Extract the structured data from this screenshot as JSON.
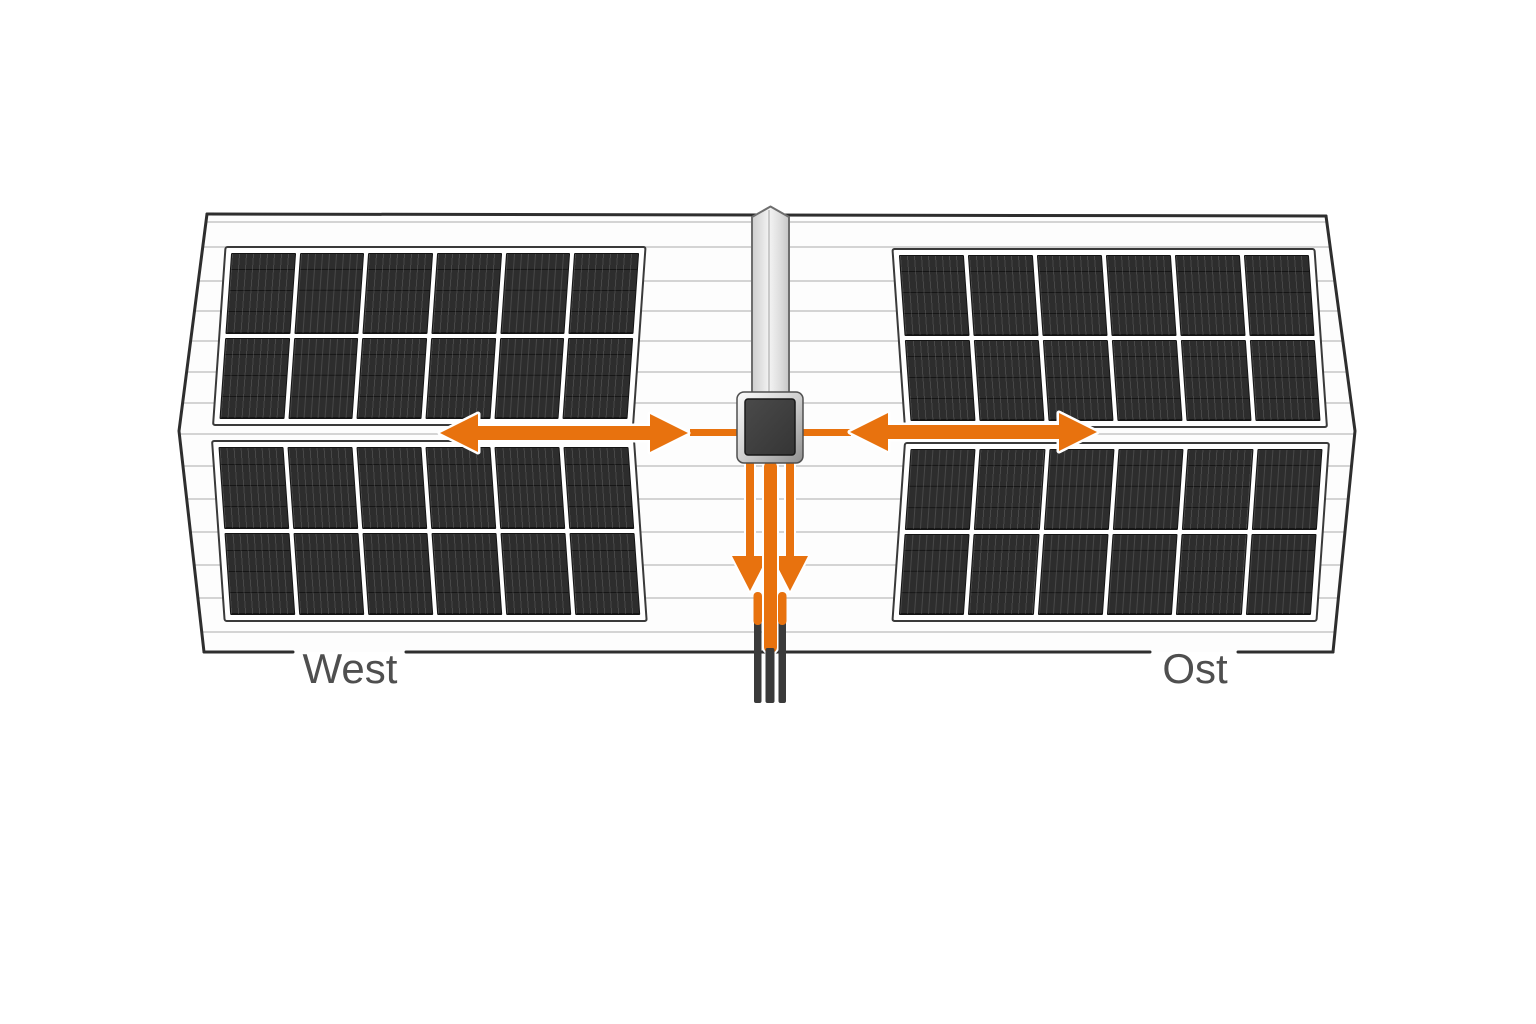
{
  "diagram": {
    "labels": {
      "west": "West",
      "east": "Ost"
    },
    "arrays": {
      "west": {
        "columns": 6,
        "rows": 4
      },
      "east": {
        "columns": 6,
        "rows": 4
      }
    },
    "colors": {
      "accent": "#E8720E",
      "panel": "#2d2d2d",
      "roof_line": "#c6c6c6",
      "outline": "#2e2e2e",
      "label": "#4f4f4f",
      "cable": "#3a3a3a"
    }
  }
}
